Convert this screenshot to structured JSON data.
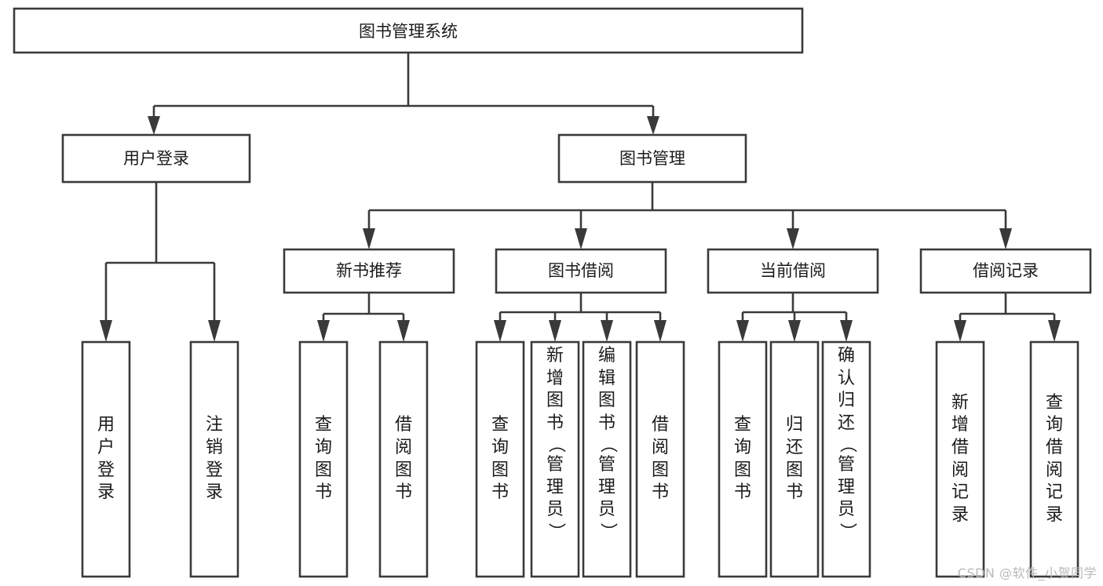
{
  "diagram": {
    "title_node": {
      "label": "图书管理系统"
    },
    "level1": [
      {
        "id": "user-login",
        "label": "用户登录"
      },
      {
        "id": "book-management",
        "label": "图书管理"
      }
    ],
    "level2": [
      {
        "id": "new-book-recommend",
        "label": "新书推荐"
      },
      {
        "id": "book-borrow",
        "label": "图书借阅"
      },
      {
        "id": "current-borrow",
        "label": "当前借阅"
      },
      {
        "id": "borrow-record",
        "label": "借阅记录"
      }
    ],
    "leaves": [
      {
        "id": "leaf-user-login",
        "label": "用户登录",
        "parent": "user-login"
      },
      {
        "id": "leaf-logout-login",
        "label": "注销登录",
        "parent": "user-login"
      },
      {
        "id": "leaf-query-book-1",
        "label": "查询图书",
        "parent": "new-book-recommend"
      },
      {
        "id": "leaf-borrow-book-1",
        "label": "借阅图书",
        "parent": "new-book-recommend"
      },
      {
        "id": "leaf-query-book-2",
        "label": "查询图书",
        "parent": "book-borrow"
      },
      {
        "id": "leaf-add-book",
        "label": "新增图书（管理员）",
        "parent": "book-borrow"
      },
      {
        "id": "leaf-edit-book",
        "label": "编辑图书（管理员）",
        "parent": "book-borrow"
      },
      {
        "id": "leaf-borrow-book-2",
        "label": "借阅图书",
        "parent": "book-borrow"
      },
      {
        "id": "leaf-query-book-3",
        "label": "查询图书",
        "parent": "current-borrow"
      },
      {
        "id": "leaf-return-book",
        "label": "归还图书",
        "parent": "current-borrow"
      },
      {
        "id": "leaf-confirm-return",
        "label": "确认归还（管理员）",
        "parent": "current-borrow"
      },
      {
        "id": "leaf-add-record",
        "label": "新增借阅记录",
        "parent": "borrow-record"
      },
      {
        "id": "leaf-query-record",
        "label": "查询借阅记录",
        "parent": "borrow-record"
      }
    ],
    "watermark": "CSDN @软件_小贺同学",
    "colors": {
      "stroke": "#3a3a3a",
      "box_fill": "#ffffff",
      "text": "#1b1b1b",
      "watermark": "#b9b9b9",
      "background": "#ffffff"
    }
  }
}
